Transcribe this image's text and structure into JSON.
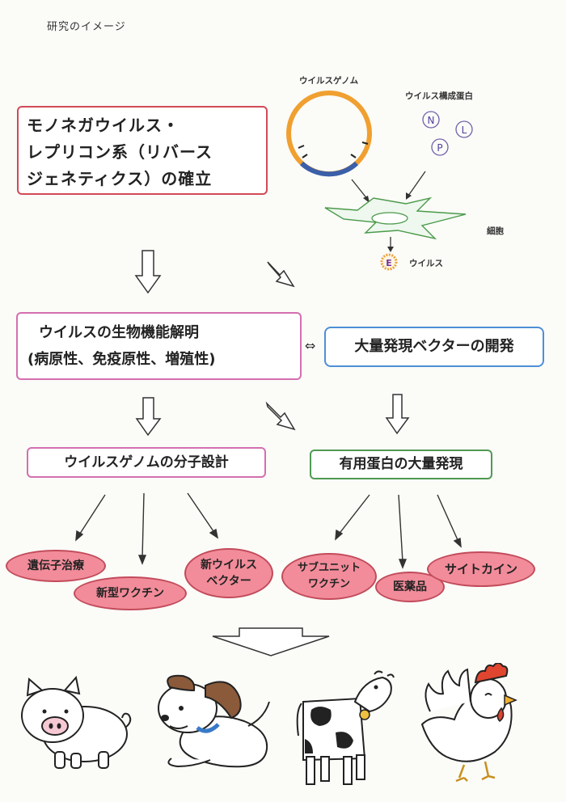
{
  "header": {
    "title": "研究のイメージ"
  },
  "top_diagram": {
    "genome_label": "ウイルスゲノム",
    "protein_label": "ウイルス構成蛋白",
    "proteins": [
      "N",
      "P",
      "L"
    ],
    "cell_label": "細胞",
    "virus_label": "ウイルス",
    "virus_glyph": "E"
  },
  "boxes": {
    "mononega": [
      "モノネガウイルス・",
      "レプリコン系（リバース",
      "ジェネティクス）の確立"
    ],
    "bio": [
      "ウイルスの生物機能解明",
      "(病原性、免疫原性、増殖性)"
    ],
    "bidirectional": "⇔",
    "vector": "大量発現ベクターの開発",
    "design": "ウイルスゲノムの分子設計",
    "expression": "有用蛋白の大量発現"
  },
  "outcomes": {
    "gene_therapy": "遺伝子治療",
    "new_vaccine": "新型ワクチン",
    "new_vector": [
      "新ウイルス",
      "ベクター"
    ],
    "subunit_vaccine": [
      "サブユニット",
      "ワクチン"
    ],
    "medicine": "医薬品",
    "cytokine": "サイトカイン"
  },
  "animals": [
    "pig",
    "dog",
    "cow",
    "chicken"
  ],
  "colors": {
    "red_border": "#d24a55",
    "pink_border": "#d46fb0",
    "blue_border": "#4c8fd6",
    "green_border": "#4f9a52",
    "ellipse_fill": "#f28c9a",
    "genome_ring": "#f0a030",
    "genome_segment": "#3b5fa8",
    "cell": "#4a9a4a",
    "protein": "#7060a8"
  }
}
